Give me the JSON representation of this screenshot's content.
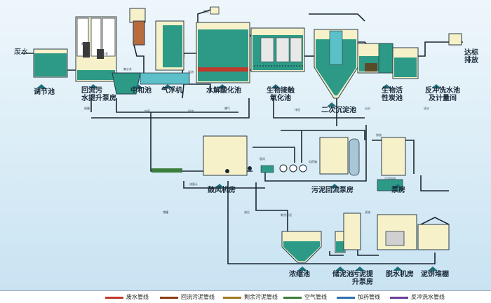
{
  "units": {
    "inlet_label": "废水",
    "outlet_label": "达标\n排放",
    "tiaojie": "调节池",
    "jishui": "集水井",
    "shuibeng": "水泵",
    "zhonghe": "中和池",
    "qifu": "气浮机",
    "shuijie": "水解酸化池",
    "shengwu": "生物接触\n氧化池",
    "erchen": "二次沉淀池",
    "shengwutan": "生物活\n性炭池",
    "fanchong": "反冲洗水池\n及计量间",
    "gufeng": "鼓风机房",
    "wuni": "污泥回流泵房",
    "beng": "泵房",
    "nongsuo": "浓缩池",
    "zhuni": "储泥池",
    "wuni_ti": "污泥提\n升泵房",
    "tuoshui": "脱水机房",
    "niliao": "泥饼堆棚",
    "top_label": "泵房",
    "hui": "回流污\n水提升泵房"
  },
  "tiny_labels": [
    "格栅",
    "集水井",
    "加药",
    "溢流",
    "回流",
    "曝气",
    "排泥",
    "出水",
    "进水",
    "排放",
    "储罐",
    "液位",
    "流量计",
    "鼓风",
    "加药箱",
    "污泥回流",
    "剩余污泥",
    "滤液"
  ],
  "legend": [
    {
      "label": "废水管线",
      "color": "#c0392b"
    },
    {
      "label": "回流污泥管线",
      "color": "#8e3b12"
    },
    {
      "label": "剩余污泥管线",
      "color": "#a07a20"
    },
    {
      "label": "空气管线",
      "color": "#3b7d3b"
    },
    {
      "label": "加药管线",
      "color": "#2e6fb0"
    },
    {
      "label": "反冲洗水管线",
      "color": "#6a3d9a"
    }
  ],
  "colors": {
    "water": "#2c9a86",
    "water_light": "#5cc0c8",
    "tank_fill": "#f6f1c9",
    "tank_stroke": "#2a3a4a",
    "pipe": "#1a2733",
    "marker": "#1f6f7a"
  }
}
